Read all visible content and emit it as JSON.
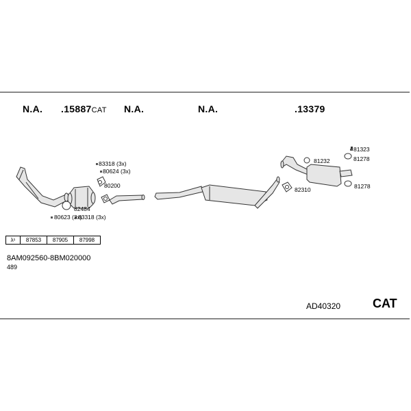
{
  "headers": [
    {
      "text": "N.A.",
      "suffix": ""
    },
    {
      "text": ".15887",
      "suffix": "CAT"
    },
    {
      "text": "N.A.",
      "suffix": ""
    },
    {
      "text": "N.A.",
      "suffix": ""
    },
    {
      "text": ".13379",
      "suffix": ""
    }
  ],
  "parts": {
    "p83318_top": "83318 (3x)",
    "p80624": "80624 (3x)",
    "p80200": "80200",
    "p82484": "82484",
    "p80623": "80623 (3x)",
    "p83318_bottom": "83318 (3x)",
    "p81232": "81232",
    "p81323": "81323",
    "p81278_top": "81278",
    "p82310": "82310",
    "p81278_bottom": "81278"
  },
  "reference_table": {
    "lambda_symbol": "λ¹",
    "cells": [
      "87853",
      "87905",
      "87998"
    ]
  },
  "vehicle": {
    "code_range": "8AM092560-8BM020000",
    "sub_code": "489"
  },
  "kit_number": "AD40320",
  "kit_type": "CAT"
}
